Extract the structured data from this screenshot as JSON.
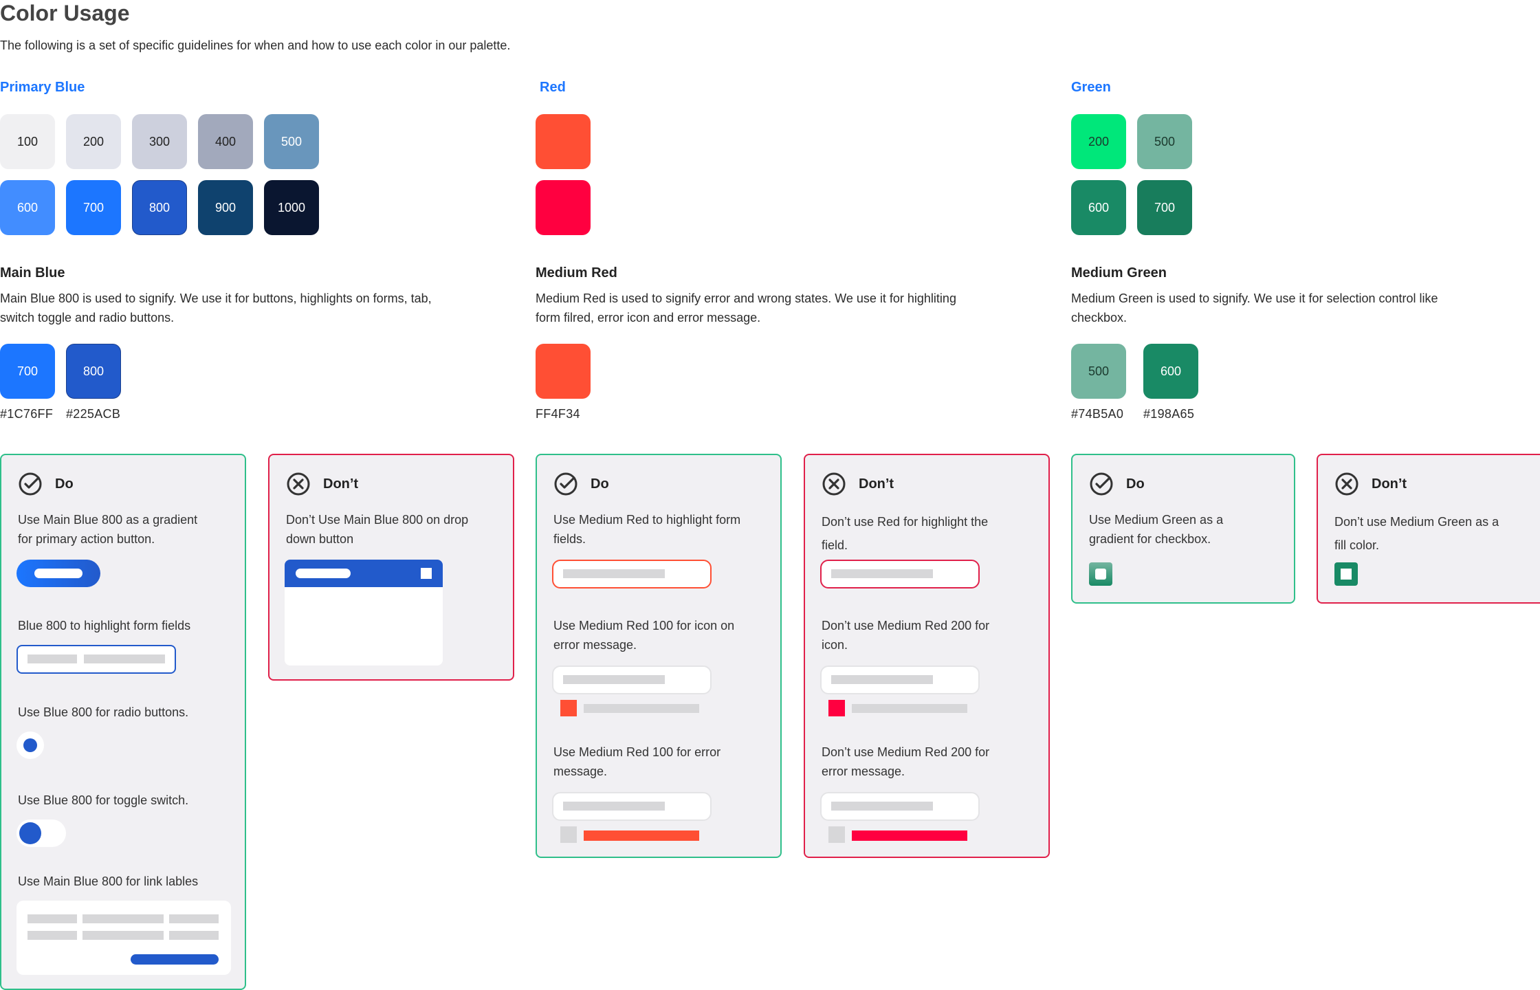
{
  "page": {
    "title": "Color Usage",
    "subtitle": "The following is a set of specific guidelines for when and how to use each color in our palette."
  },
  "colors": {
    "primary_700": "#1C76FF",
    "primary_800": "#225ACB",
    "red_medium": "#FF4F34",
    "red_200": "#FF0040",
    "green_500": "#74B5A0",
    "green_600": "#198A65",
    "do_border": "#2FBF8A",
    "dont_border": "#E0204A",
    "card_bg": "#F1F0F3"
  },
  "blue": {
    "title": "Primary Blue",
    "swatches": [
      {
        "label": "100",
        "color": "#F0F0F2"
      },
      {
        "label": "200",
        "color": "#E3E5ED"
      },
      {
        "label": "300",
        "color": "#CDD0DD"
      },
      {
        "label": "400",
        "color": "#A2A9BC"
      },
      {
        "label": "500",
        "color": "#6996BC"
      },
      {
        "label": "600",
        "color": "#428DFF"
      },
      {
        "label": "700",
        "color": "#1C76FF"
      },
      {
        "label": "800",
        "color": "#225ACB"
      },
      {
        "label": "900",
        "color": "#0F426E"
      },
      {
        "label": "1000",
        "color": "#0A1630"
      }
    ],
    "section_title": "Main Blue",
    "section_desc_line1": "Main Blue 800 is used to signify. We use it for buttons, highlights on forms, tab,",
    "section_desc_line2": "switch toggle and radio buttons.",
    "main_swatches": [
      {
        "label": "700",
        "hex": "#1C76FF"
      },
      {
        "label": "800",
        "hex": "#225ACB"
      }
    ],
    "do": {
      "label": "Do",
      "text1_line1": "Use Main Blue 800 as a gradient",
      "text1_line2": "for primary action button.",
      "text2": "Blue 800 to highlight form fields",
      "text3": "Use Blue 800 for radio buttons.",
      "text4": "Use Blue 800 for toggle switch.",
      "text5": "Use Main Blue 800 for link lables"
    },
    "dont": {
      "label": "Don’t",
      "text1_line1": "Don’t Use Main Blue 800 on drop",
      "text1_line2": "down button"
    }
  },
  "red": {
    "title": "Red",
    "swatches": [
      {
        "color": "#FF4F34"
      },
      {
        "color": "#FF0040"
      }
    ],
    "section_title": "Medium Red",
    "section_desc_line1": "Medium Red is used to signify error and wrong states. We use it for highliting",
    "section_desc_line2": "form filred, error icon and error message.",
    "main_hex": "FF4F34",
    "do": {
      "label": "Do",
      "text1_line1": "Use Medium Red to highlight form",
      "text1_line2": "fields.",
      "text2_line1": "Use Medium Red 100 for icon on",
      "text2_line2": "error message.",
      "text3_line1": "Use Medium Red 100 for error",
      "text3_line2": "message."
    },
    "dont": {
      "label": "Don’t",
      "text1_line1": "Don’t use Red for highlight the",
      "text1_line2": "field.",
      "text2_line1": "Don’t use Medium Red 200 for",
      "text2_line2": "icon.",
      "text3_line1": "Don’t use Medium Red 200 for",
      "text3_line2": "error message."
    }
  },
  "green": {
    "title": "Green",
    "swatches": [
      {
        "label": "200",
        "color": "#00E77A"
      },
      {
        "label": "500",
        "color": "#74B5A0"
      },
      {
        "label": "600",
        "color": "#198A65"
      },
      {
        "label": "700",
        "color": "#187D5C"
      }
    ],
    "section_title": "Medium Green",
    "section_desc_line1": "Medium Green is used to signify. We use it for selection control like",
    "section_desc_line2": "checkbox.",
    "main_swatches": [
      {
        "label": "500",
        "hex": "#74B5A0"
      },
      {
        "label": "600",
        "hex": "#198A65"
      }
    ],
    "do": {
      "label": "Do",
      "text1_line1": "Use Medium Green as a",
      "text1_line2": "gradient for checkbox."
    },
    "dont": {
      "label": "Don’t",
      "text1_line1": "Don’t use Medium Green as a",
      "text1_line2": "fill color."
    }
  },
  "icons": {
    "do": "check-circle-icon",
    "dont": "x-circle-icon"
  }
}
